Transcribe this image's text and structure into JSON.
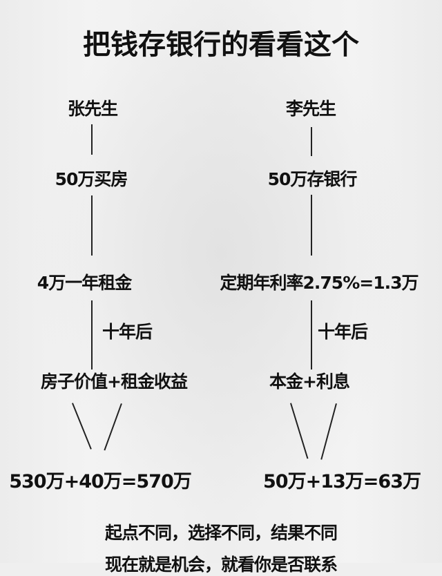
{
  "title": "把钱存银行的看看这个",
  "left": {
    "person": "张先生",
    "step1": "50万买房",
    "step2": "4万一年租金",
    "duration": "十年后",
    "step3": "房子价值+租金收益",
    "result": "530万+40万=570万"
  },
  "right": {
    "person": "李先生",
    "step1": "50万存银行",
    "step2": "定期年利率2.75%=1.3万",
    "duration": "十年后",
    "step3": "本金+利息",
    "result": "50万+13万=63万"
  },
  "footer": {
    "line1": "起点不同，选择不同，结果不同",
    "line2": "现在就是机会，就看你是否联系"
  }
}
